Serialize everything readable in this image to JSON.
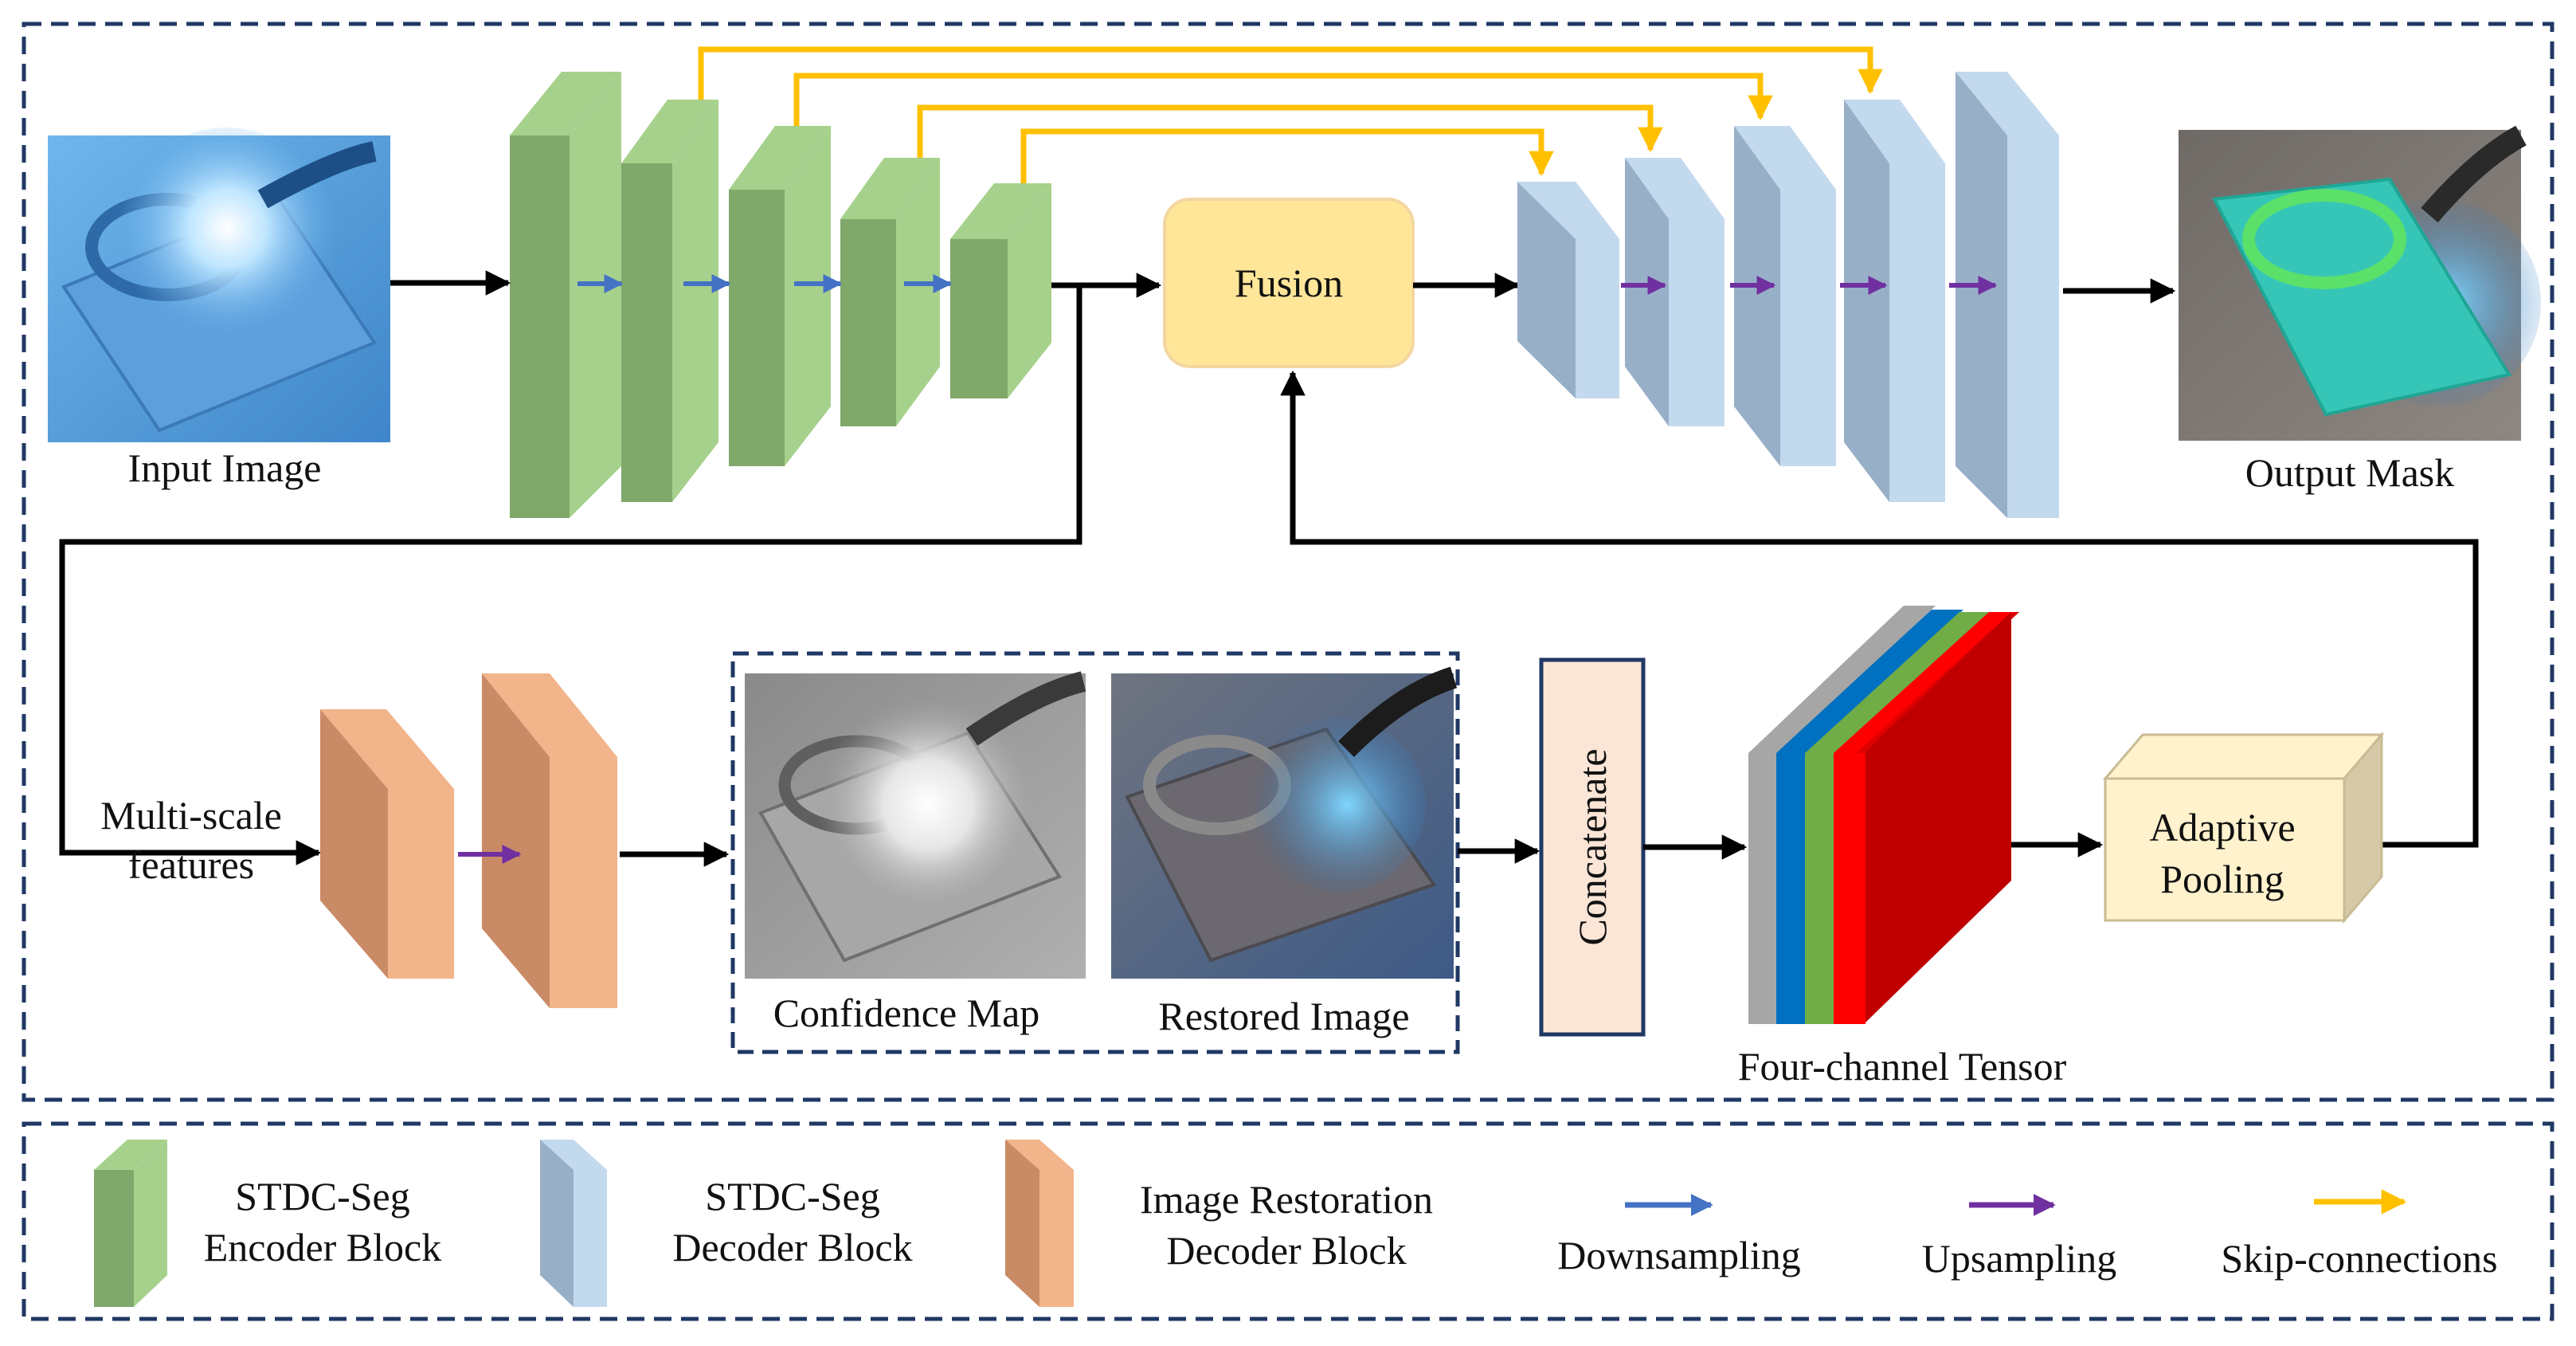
{
  "labels": {
    "input_image": "Input Image",
    "output_mask": "Output Mask",
    "fusion": "Fusion",
    "multi_scale_1": "Multi-scale",
    "multi_scale_2": "features",
    "confidence_map": "Confidence Map",
    "restored_image": "Restored Image",
    "concatenate": "Concatenate",
    "four_channel_tensor": "Four-channel Tensor",
    "adaptive_1": "Adaptive",
    "adaptive_2": "Pooling"
  },
  "legend": {
    "encoder_1": "STDC-Seg",
    "encoder_2": "Encoder Block",
    "decoder_1": "STDC-Seg",
    "decoder_2": "Decoder Block",
    "restoration_1": "Image Restoration",
    "restoration_2": "Decoder Block",
    "downsampling": "Downsampling",
    "upsampling": "Upsampling",
    "skip": "Skip-connections"
  },
  "colors": {
    "encoder_front": "#7fa86a",
    "encoder_side": "#a6d18c",
    "decoder_front": "#98afc8",
    "decoder_side": "#c3d9ee",
    "restoration_front": "#c98a66",
    "restoration_side": "#f2b48a",
    "downsampling_arrow": "#4472c4",
    "upsampling_arrow": "#7030a0",
    "skip_arrow": "#ffc000",
    "fusion_fill": "#ffe699",
    "concat_fill": "#fbe5d6",
    "concat_border": "#1f3864",
    "dashed_border": "#1f3864",
    "pool_front": "#fff2cc",
    "pool_side": "#d6c9a8",
    "tensor_gray": "#a6a6a6",
    "tensor_blue": "#0070c0",
    "tensor_green": "#70ad47",
    "tensor_red": "#ff0000"
  }
}
